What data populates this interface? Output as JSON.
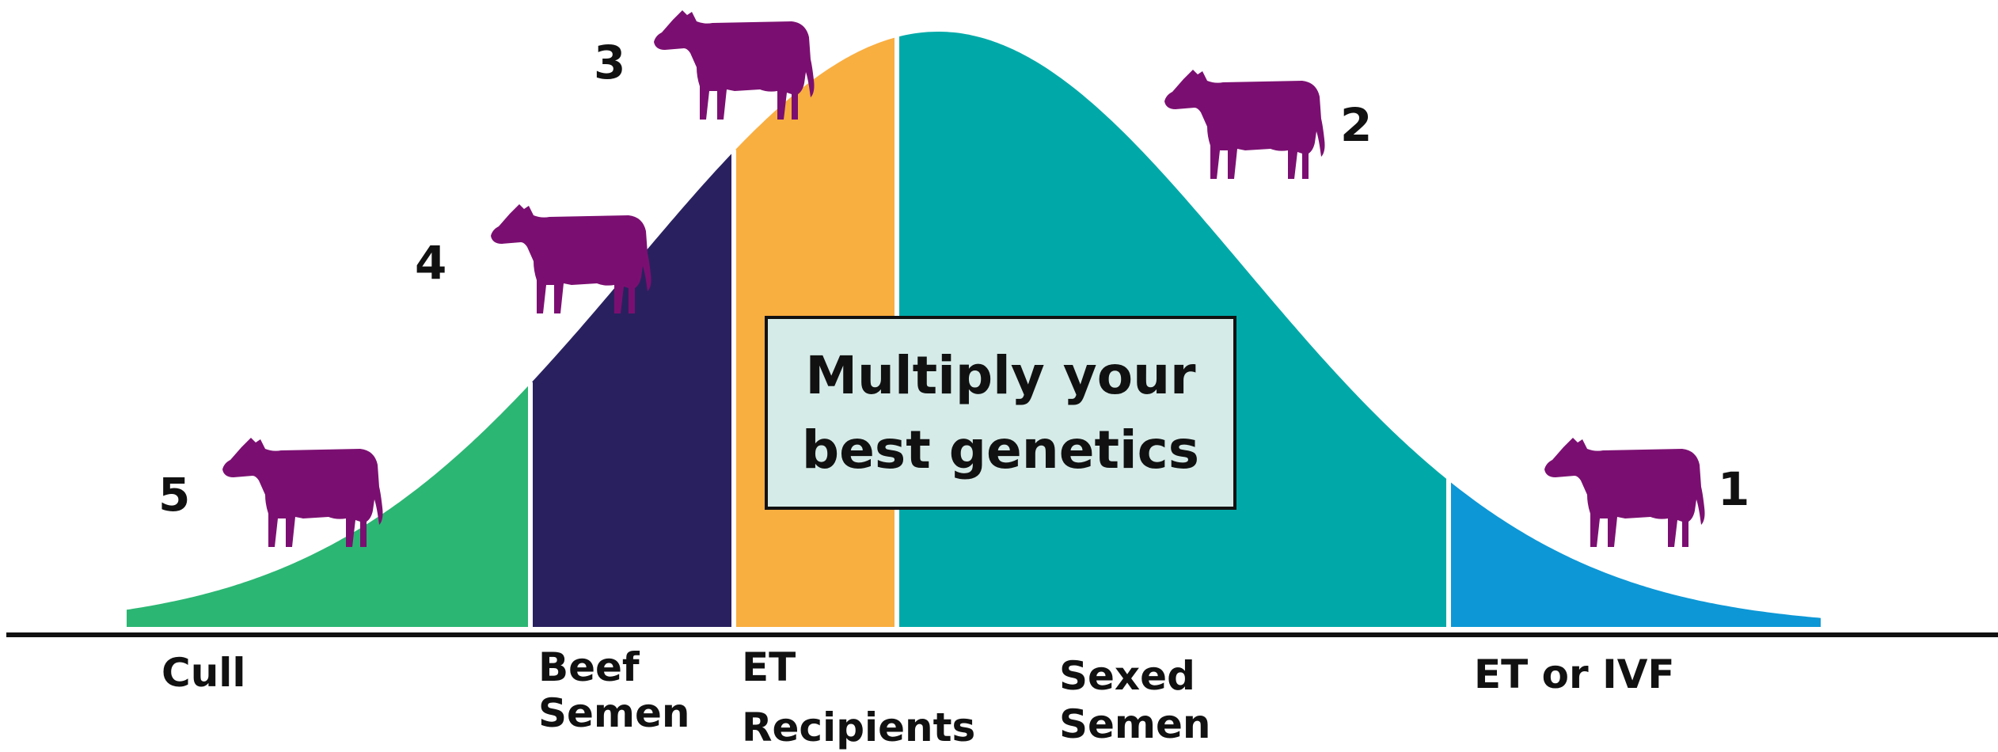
{
  "callout": {
    "line1": "Multiply your",
    "line2": "best genetics"
  },
  "segments": [
    {
      "key": "cull",
      "color": "#2bb673",
      "line1": "Cull",
      "line2": ""
    },
    {
      "key": "beef",
      "color": "#29215f",
      "line1": "Beef",
      "line2": "Semen"
    },
    {
      "key": "et",
      "color": "#f9ae40",
      "line1": "ET",
      "line2": "Recipients"
    },
    {
      "key": "sexed",
      "color": "#00a9a8",
      "line1": "Sexed",
      "line2": "Semen"
    },
    {
      "key": "etivf",
      "color": "#0d97d6",
      "line1": "ET or IVF",
      "line2": ""
    }
  ],
  "ranks": [
    {
      "id": "rank-5",
      "label": "5"
    },
    {
      "id": "rank-4",
      "label": "4"
    },
    {
      "id": "rank-3",
      "label": "3"
    },
    {
      "id": "rank-2",
      "label": "2"
    },
    {
      "id": "rank-1",
      "label": "1"
    }
  ],
  "icon": {
    "name": "cow-icon",
    "color": "#7b0f71"
  },
  "colors": {
    "baseline": "#111111",
    "callout_fill": "#d5ebe7",
    "callout_border": "#111111",
    "divider": "#ffffff"
  }
}
